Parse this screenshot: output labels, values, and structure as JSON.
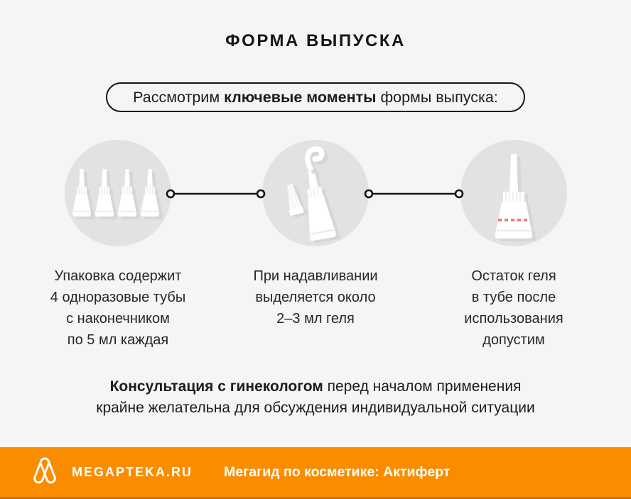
{
  "title": "ФОРМА ВЫПУСКА",
  "intro_pill": {
    "prefix": "Рассмотрим ",
    "bold": "ключевые моменты",
    "suffix": " формы выпуска:"
  },
  "steps": [
    {
      "icon": "four-tubes-icon",
      "lines": [
        "Упаковка содержит",
        "4 одноразовые тубы",
        "с наконечником",
        "по 5 мл каждая"
      ]
    },
    {
      "icon": "tube-squeeze-gel-icon",
      "lines": [
        "При надавливании",
        "выделяется около",
        "2–3 мл геля"
      ]
    },
    {
      "icon": "tube-residue-icon",
      "lines": [
        "Остаток геля",
        "в тубе после",
        "использования",
        "допустим"
      ]
    }
  ],
  "note": {
    "bold": "Консультация с гинекологом",
    "line1_rest": " перед началом применения",
    "line2": "крайне желательна для обсуждения индивидуальной ситуации"
  },
  "footer": {
    "brand": "MEGAPTEKA.RU",
    "tagline": "Мегагид по косметике: Актиферт"
  },
  "colors": {
    "background": "#f5f5f5",
    "circle_bg": "#e2e2e2",
    "text": "#1c1c1c",
    "accent_orange": "#FA8C00",
    "footer_edge": "#c97303",
    "residue_dash_red": "#f2726f"
  }
}
